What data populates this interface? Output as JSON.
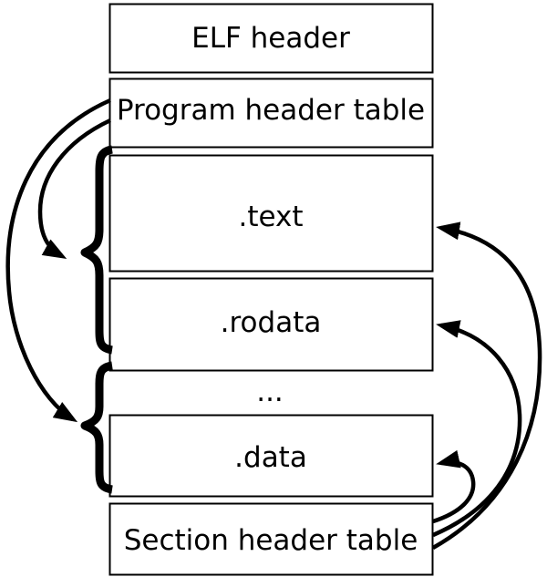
{
  "diagram": {
    "description": "ELF object file layout diagram",
    "boxes": [
      {
        "id": "elf-header",
        "label": "ELF header"
      },
      {
        "id": "program-header-table",
        "label": "Program header table"
      },
      {
        "id": "text-section",
        "label": ".text"
      },
      {
        "id": "rodata-section",
        "label": ".rodata"
      },
      {
        "id": "data-section",
        "label": ".data"
      },
      {
        "id": "section-header-table",
        "label": "Section header table"
      }
    ],
    "ellipsis": "...",
    "colors": {
      "stroke": "#000000",
      "box_fill": "#ffffff",
      "background": "#ffffff"
    }
  }
}
